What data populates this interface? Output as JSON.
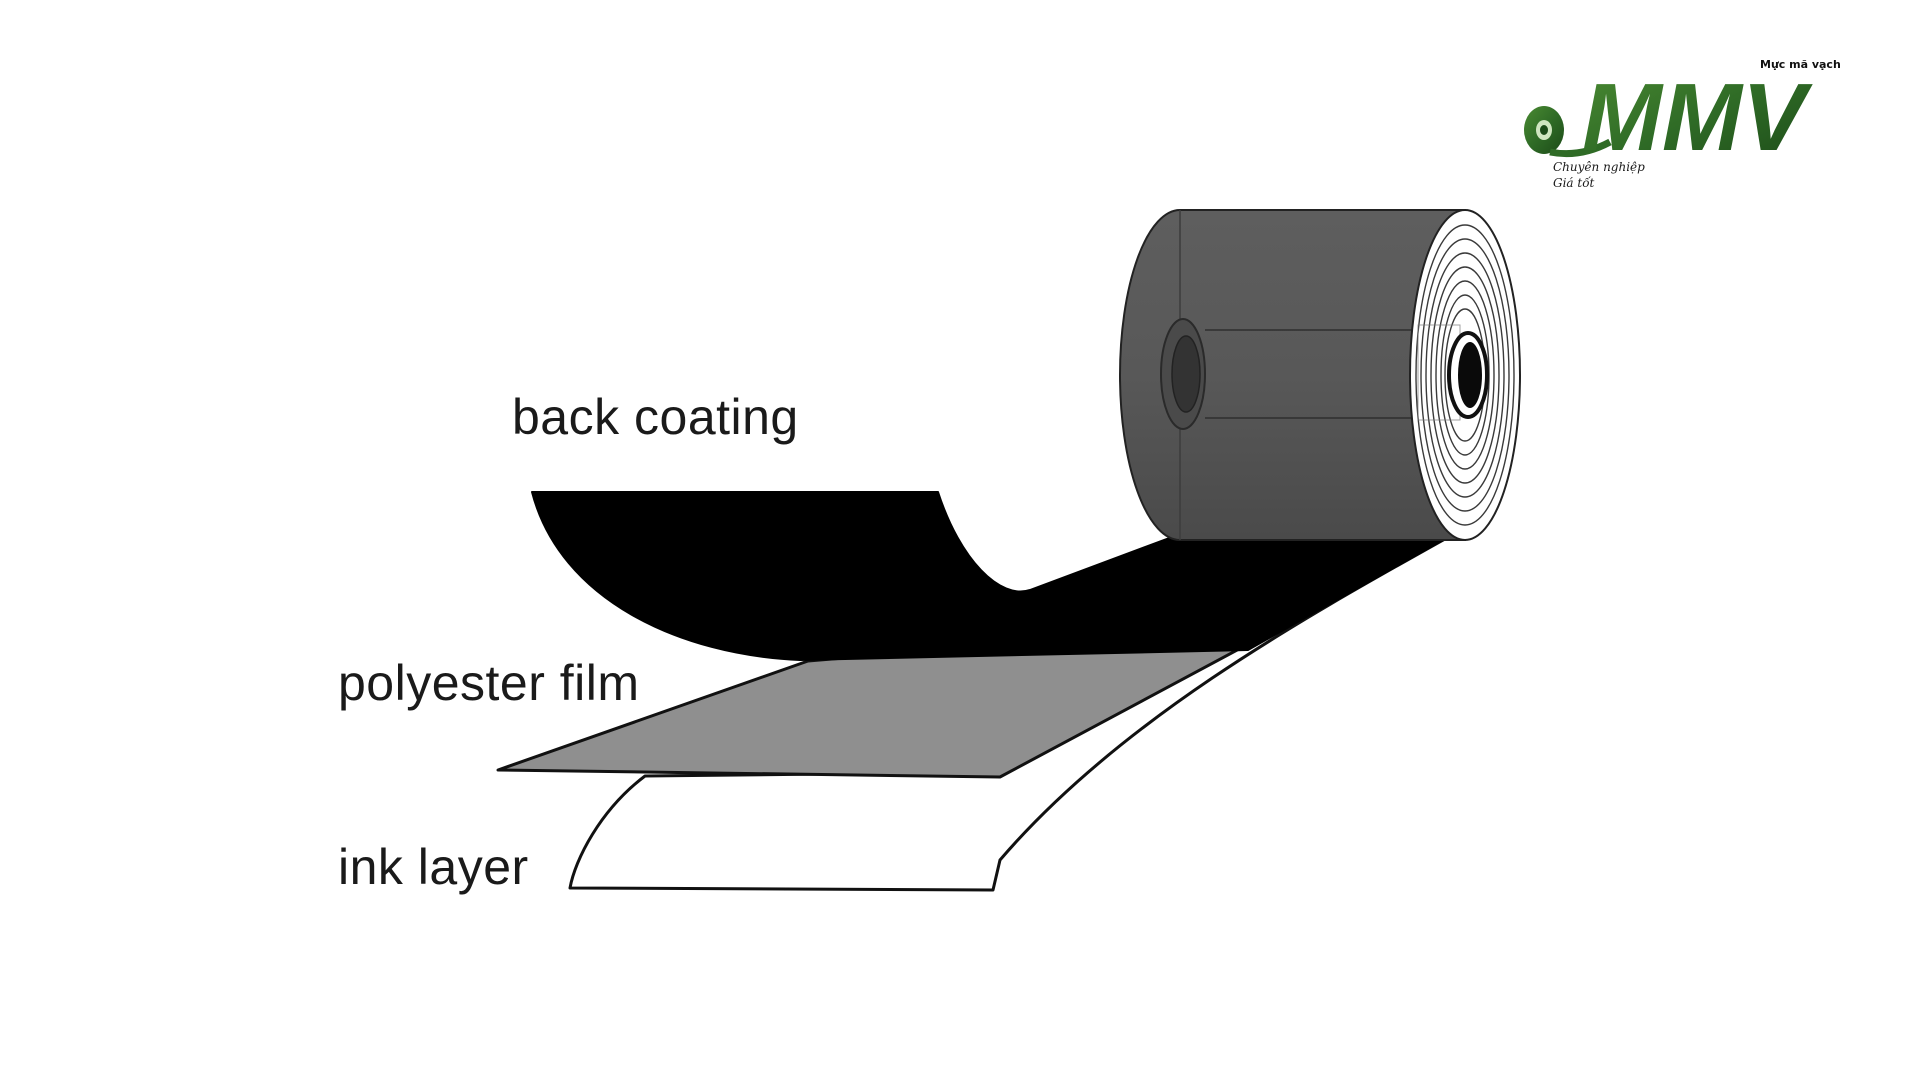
{
  "labels": {
    "back_coating": "back coating",
    "polyester_film": "polyester film",
    "ink_layer": "ink layer"
  },
  "logo": {
    "brand": "MMV",
    "top_text": "Mực mã vạch",
    "tagline_line1": "Chuyên nghiệp",
    "tagline_line2": "Giá tốt"
  },
  "colors": {
    "back_coating": "#000000",
    "polyester_film": "#8f8f8f",
    "ink_layer": "#ffffff",
    "roll_body": "#555555",
    "logo_green": "#2f6b26"
  }
}
